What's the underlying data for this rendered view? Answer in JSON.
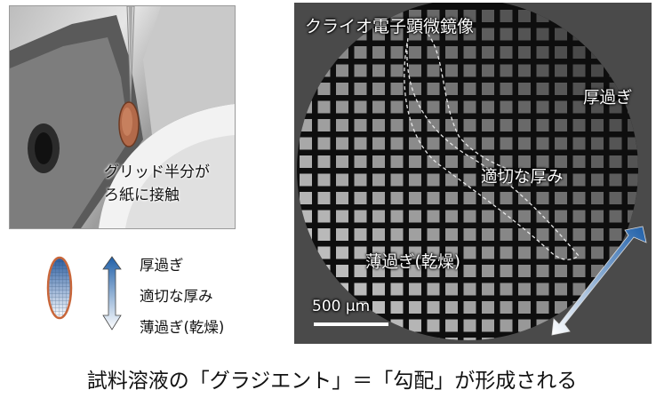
{
  "photo": {
    "caption_line1": "グリッド半分が",
    "caption_line2": "ろ紙に接触"
  },
  "legend": {
    "thick": "厚過ぎ",
    "appropriate": "適切な厚み",
    "thin": "薄過ぎ(乾燥)"
  },
  "micrograph": {
    "title": "クライオ電子顕微鏡像",
    "label_thick": "厚過ぎ",
    "label_appropriate": "適切な厚み",
    "label_thin": "薄過ぎ(乾燥)",
    "scale_bar": "500 µm"
  },
  "caption": "試料溶液の「グラジエント」＝「勾配」が形成される",
  "colors": {
    "gradient_top": "#1f5fa8",
    "gradient_bottom": "#ffffff",
    "grid_rim": "#c8663a"
  }
}
